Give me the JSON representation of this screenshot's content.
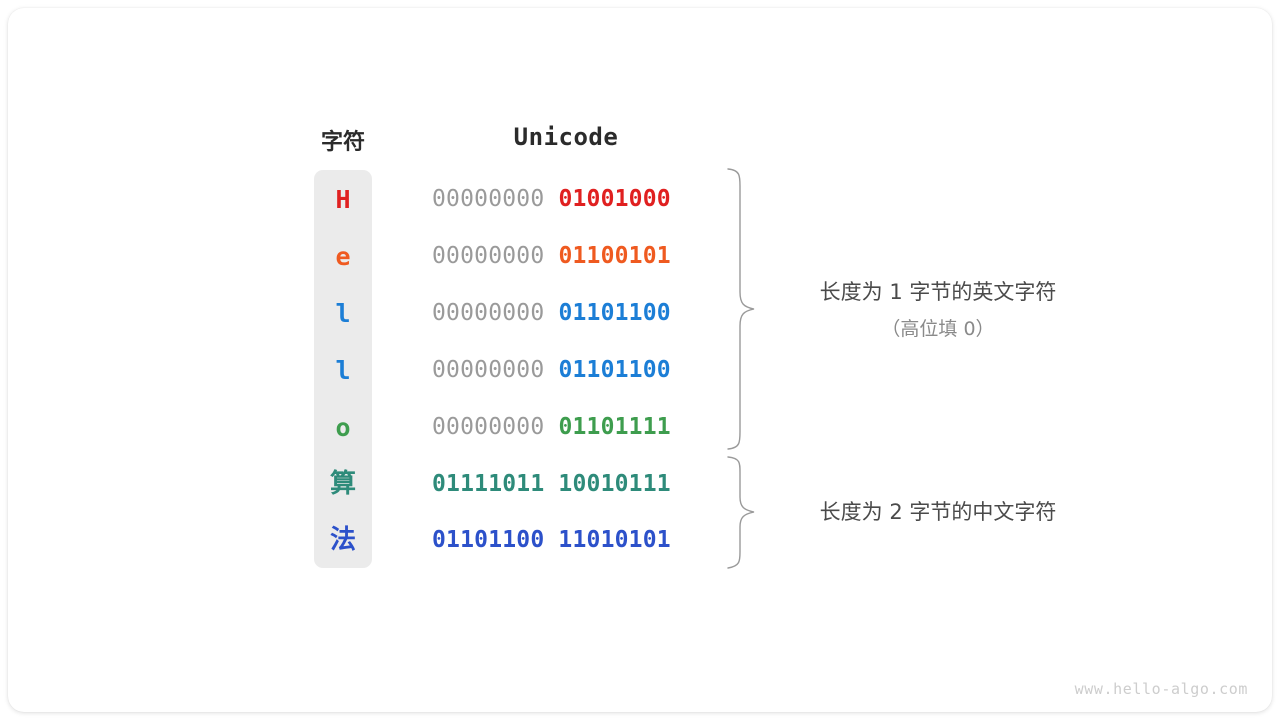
{
  "headers": {
    "char": "字符",
    "unicode": "Unicode"
  },
  "colors": {
    "red": "#e02020",
    "orange": "#ef5a20",
    "blue": "#1c7ed6",
    "green": "#3e9d4e",
    "teal": "#2e8b7a",
    "indigo": "#2c51ca",
    "pad_gray": "#9a9a9a",
    "column_bg": "#ebebeb",
    "annotation": "#4a4a4a",
    "annotation_sub": "#8a8a8a",
    "watermark": "#cdcdcd",
    "brace": "#9a9a9a"
  },
  "rows": [
    {
      "char": "H",
      "pad": "00000000 ",
      "bits": "01001000",
      "color": "#e02020",
      "cjk": false
    },
    {
      "char": "e",
      "pad": "00000000 ",
      "bits": "01100101",
      "color": "#ef5a20",
      "cjk": false
    },
    {
      "char": "l",
      "pad": "00000000 ",
      "bits": "01101100",
      "color": "#1c7ed6",
      "cjk": false
    },
    {
      "char": "l",
      "pad": "00000000 ",
      "bits": "01101100",
      "color": "#1c7ed6",
      "cjk": false
    },
    {
      "char": "o",
      "pad": "00000000 ",
      "bits": "01101111",
      "color": "#3e9d4e",
      "cjk": false
    },
    {
      "char": "算",
      "pad": "",
      "bits": "01111011 10010111",
      "color": "#2e8b7a",
      "cjk": true
    },
    {
      "char": "法",
      "pad": "",
      "bits": "01101100 11010101",
      "color": "#2c51ca",
      "cjk": true
    }
  ],
  "annotations": {
    "one_byte": {
      "main": "长度为 1 字节的英文字符",
      "sub": "（高位填 0）"
    },
    "two_byte": {
      "main": "长度为 2 字节的中文字符",
      "sub": ""
    }
  },
  "watermark": "www.hello-algo.com"
}
